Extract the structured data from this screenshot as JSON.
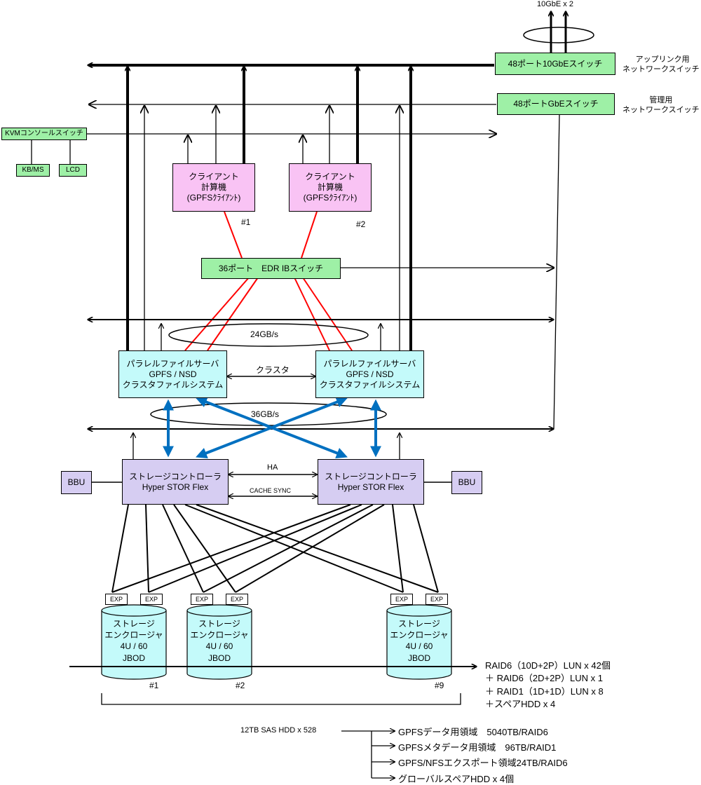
{
  "top_uplink": "10GbE x 2",
  "switches": {
    "uplink_switch": "48ポート10GbEスイッチ",
    "uplink_caption_1": "アップリンク用",
    "uplink_caption_2": "ネットワークスイッチ",
    "mgmt_switch": "48ポートGbEスイッチ",
    "mgmt_caption_1": "管理用",
    "mgmt_caption_2": "ネットワークスイッチ",
    "kvm_switch": "KVMコンソールスイッチ",
    "kbms": "KB/MS",
    "lcd": "LCD",
    "ib_switch": "36ポート　EDR IBスイッチ"
  },
  "clients": [
    {
      "line1": "クライアント",
      "line2": "計算機",
      "line3": "(GPFSｸﾗｲｱﾝﾄ)",
      "num": "#1"
    },
    {
      "line1": "クライアント",
      "line2": "計算機",
      "line3": "(GPFSｸﾗｲｱﾝﾄ)",
      "num": "#2"
    }
  ],
  "bandwidth_24": "24GB/s",
  "bandwidth_36": "36GB/s",
  "servers": [
    {
      "line1": "パラレルファイルサーバ",
      "line2": "GPFS / NSD",
      "line3": "クラスタファイルシステム"
    },
    {
      "line1": "パラレルファイルサーバ",
      "line2": "GPFS / NSD",
      "line3": "クラスタファイルシステム"
    }
  ],
  "cluster_label": "クラスタ",
  "controllers": [
    {
      "line1": "ストレージコントローラ",
      "line2": "Hyper STOR Flex"
    },
    {
      "line1": "ストレージコントローラ",
      "line2": "Hyper STOR Flex"
    }
  ],
  "ha_label": "HA",
  "cache_sync_label": "CACHE SYNC",
  "bbu_label": "BBU",
  "exp_label": "EXP",
  "enclosures": [
    {
      "line1": "ストレージ",
      "line2": "エンクロージャ",
      "line3": "4U / 60",
      "line4": "JBOD",
      "num": "#1"
    },
    {
      "line1": "ストレージ",
      "line2": "エンクロージャ",
      "line3": "4U / 60",
      "line4": "JBOD",
      "num": "#2"
    },
    {
      "line1": "ストレージ",
      "line2": "エンクロージャ",
      "line3": "4U / 60",
      "line4": "JBOD",
      "num": "#9"
    }
  ],
  "raid_lines": [
    "RAID6（10D+2P）LUN x 42個",
    "＋ RAID6（2D+2P）LUN  x 1",
    "＋ RAID1（1D+1D）LUN x 8",
    "＋スペアHDD x 4"
  ],
  "hdd_total": "12TB SAS HDD x 528",
  "allocations": [
    "GPFSデータ用領域　5040TB/RAID6",
    "GPFSメタデータ用領域　96TB/RAID1",
    "GPFS/NFSエクスポート領域24TB/RAID6",
    "グローバルスペアHDD x 4個"
  ],
  "colors": {
    "switch_fill": "#9ef0a6",
    "client_fill": "#f9c3f4",
    "server_fill": "#c4fafa",
    "controller_fill": "#d6cdf2",
    "jbod_fill": "#c4fafa",
    "ib_link": "#ff0000",
    "sas_link": "#0070c0"
  }
}
